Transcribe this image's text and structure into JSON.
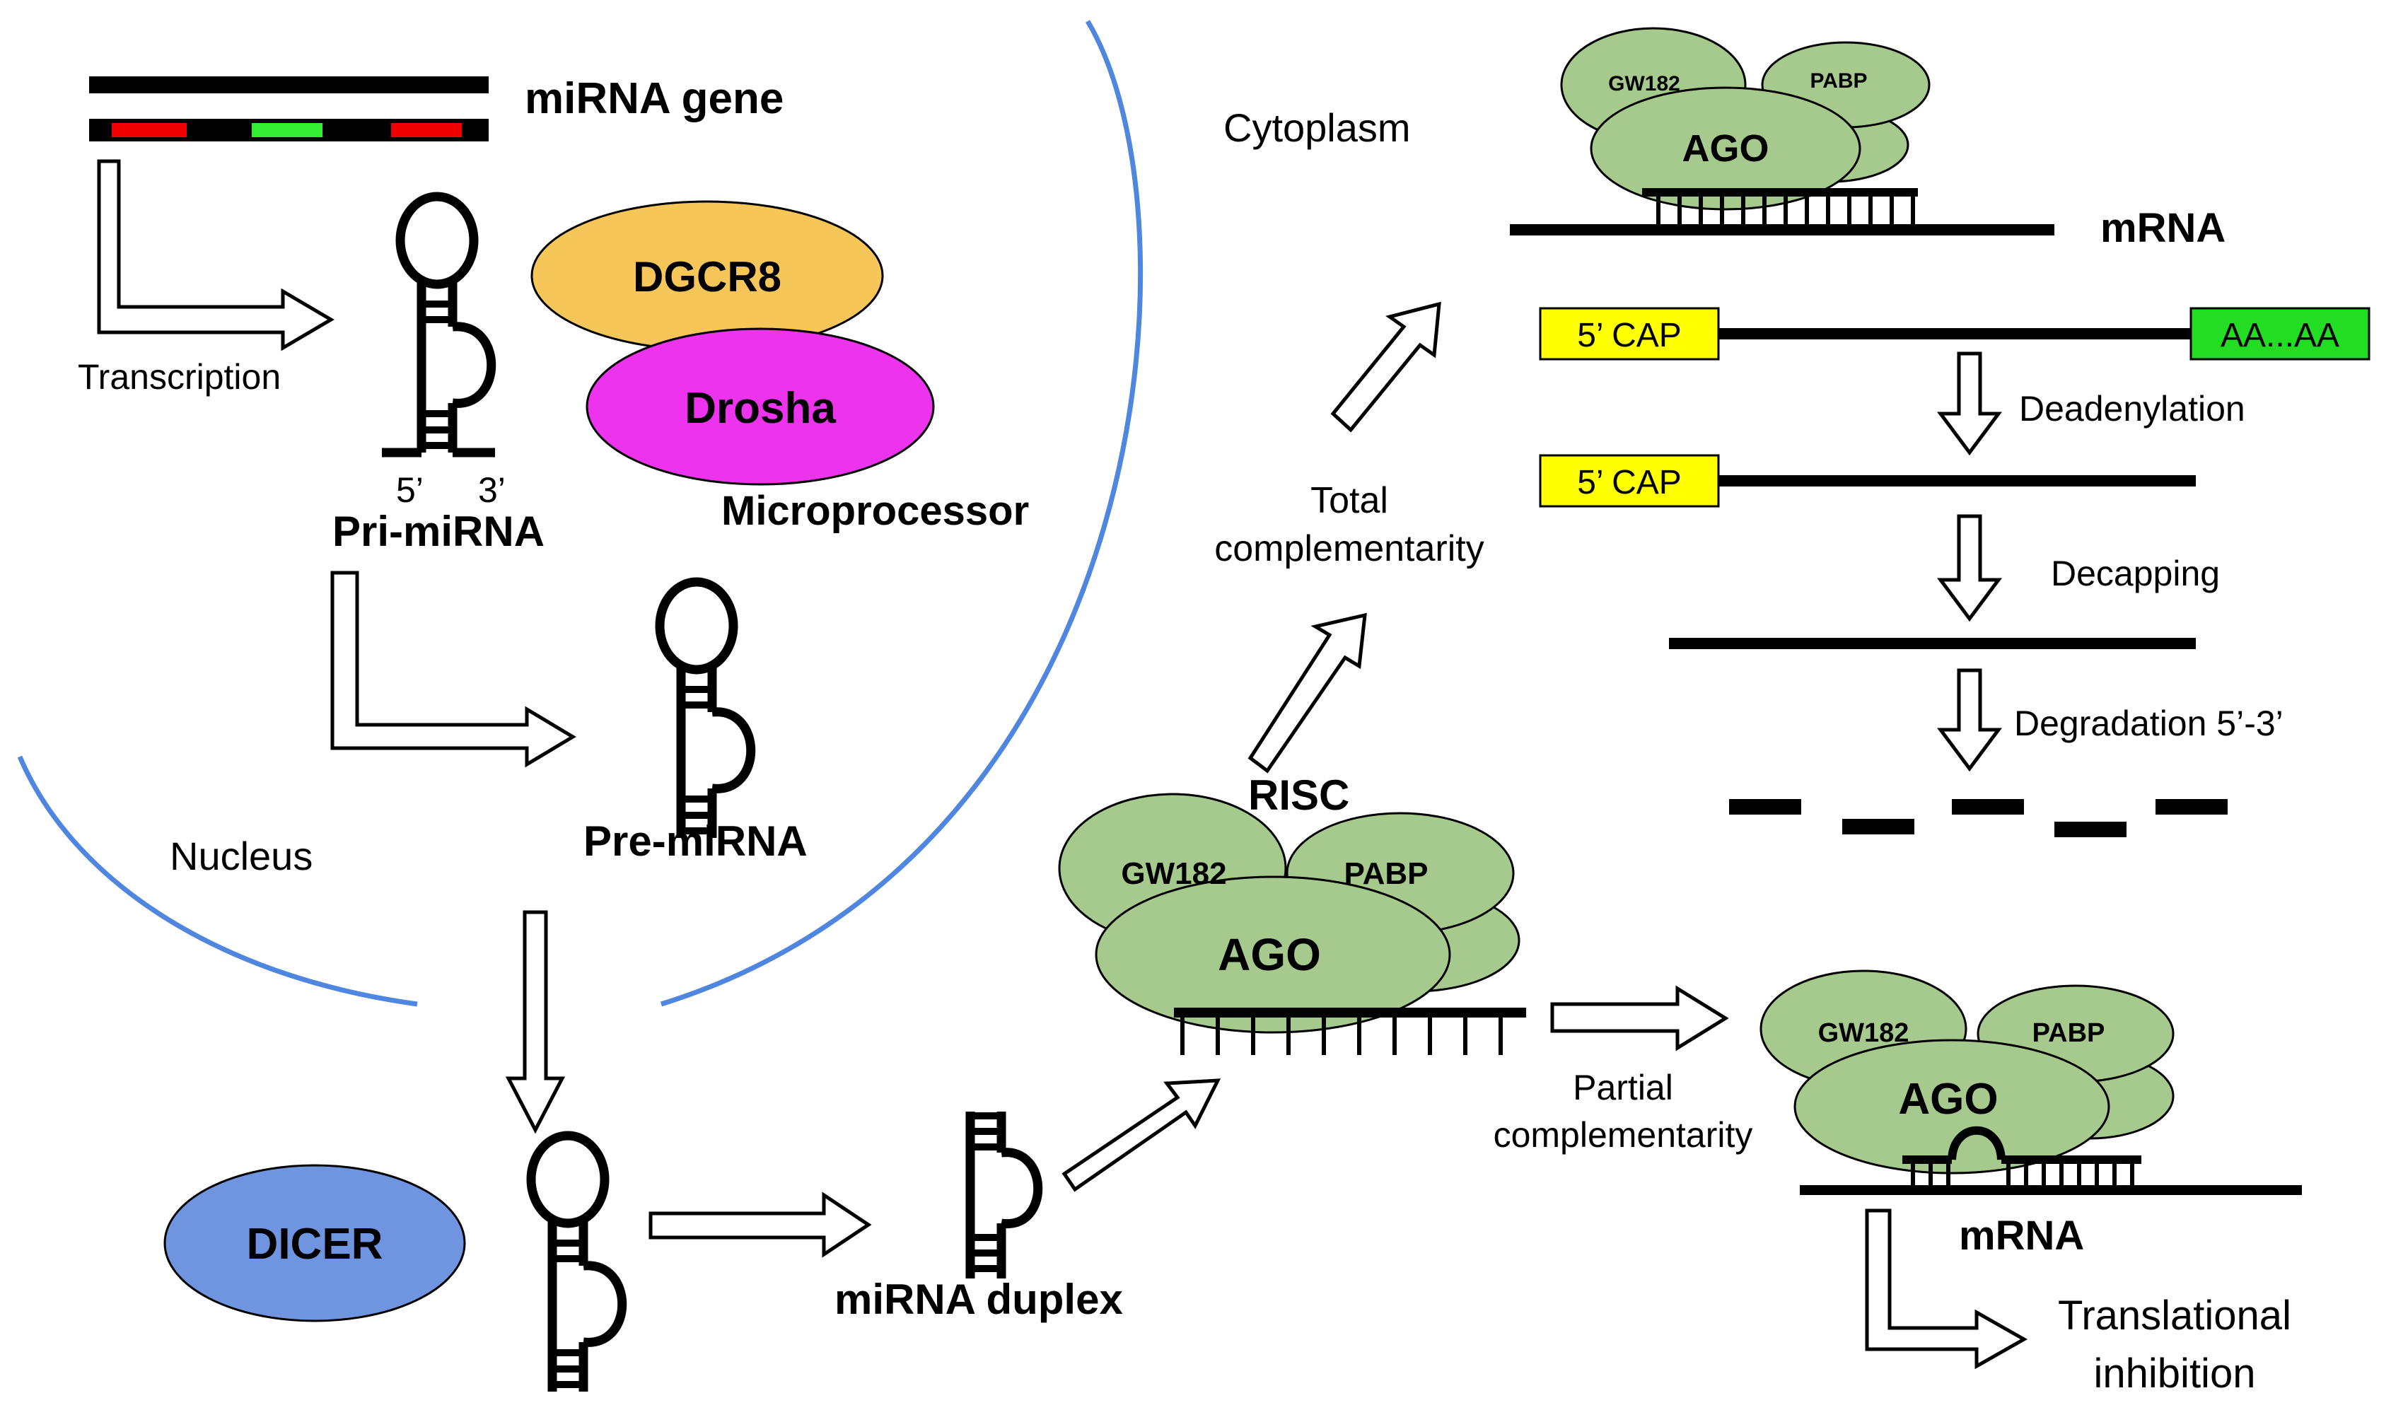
{
  "colors": {
    "membrane": "#4f86e0",
    "drosha": "#ee33ee",
    "dgcr8": "#f6c659",
    "dicer": "#6f95e0",
    "protein": "#a6c98d",
    "cap": "#ffff00",
    "polya": "#22dd22",
    "exon": "#ee0000",
    "exon_mid": "#33ee33"
  },
  "labels": {
    "mirna_gene": "miRNA gene",
    "transcription": "Transcription",
    "dgcr8": "DGCR8",
    "drosha": "Drosha",
    "microprocessor": "Microprocessor",
    "five_prime": "5’",
    "three_prime": "3’",
    "pri_mirna": "Pri-miRNA",
    "pre_mirna": "Pre-miRNA",
    "nucleus": "Nucleus",
    "cytoplasm": "Cytoplasm",
    "dicer": "DICER",
    "mirna_duplex": "miRNA duplex",
    "risc": "RISC",
    "gw182": "GW182",
    "pabp": "PABP",
    "ago": "AGO",
    "total_complementarity": [
      "Total",
      "complementarity"
    ],
    "partial_complementarity": [
      "Partial",
      "complementarity"
    ],
    "mrna": "mRNA",
    "five_cap": "5’ CAP",
    "polya": "AA...AA",
    "deadenylation": "Deadenylation",
    "decapping": "Decapping",
    "degradation": "Degradation 5’-3’",
    "translational_inhibition": [
      "Translational",
      "inhibition"
    ]
  }
}
